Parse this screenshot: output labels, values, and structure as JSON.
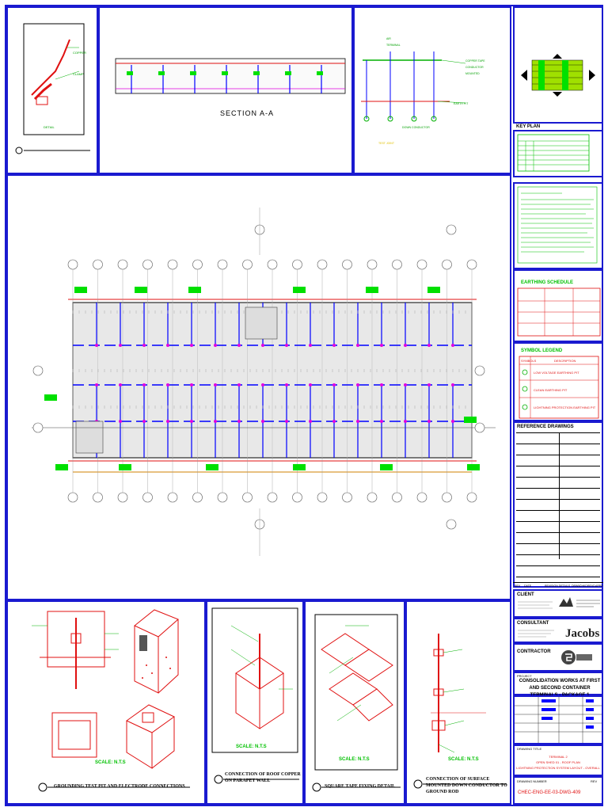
{
  "top": {
    "section_title": "SECTION A-A"
  },
  "key_plan": {
    "label": "KEY PLAN"
  },
  "legend_titles": {
    "earthing_title": "EARTHING SCHEDULE",
    "symbol_legend": "SYMBOL LEGEND"
  },
  "legend_table": {
    "headers": [
      "SYMBOLS",
      "DESCRIPTION"
    ],
    "rows": [
      "LOW VOLTAGE EARTHING PIT",
      "CLEAN EARTHING PIT",
      "LIGHTNING PROTECTION EARTHING PIT"
    ]
  },
  "references": {
    "title": "REFERENCE DRAWINGS",
    "rev_headers": [
      "REV",
      "DATE",
      "REVISION DETAILS",
      "DRWN",
      "CHKD",
      "REVD",
      "APPD"
    ]
  },
  "client": {
    "label": "CLIENT"
  },
  "consultant": {
    "label": "CONSULTANT",
    "logo_text": "Jacobs"
  },
  "contractor": {
    "label": "CONTRACTOR"
  },
  "project": {
    "label": "PROJECT",
    "title": "CONSOLIDATION WORKS AT FIRST AND SECOND CONTAINER TERMINALS - PACKAGE 1"
  },
  "drawing": {
    "title_label": "DRAWING TITLE",
    "lines": [
      "TERMINAL 2",
      "OPEN SHED 01 - ROOF PLAN",
      "LIGHTNING PROTECTION SYSTEM LAYOUT - OVERALL"
    ],
    "number_label": "DRAWING NUMBER",
    "number": "CHEC-ENG-EE-03-DWG-409",
    "rev_label": "REV"
  },
  "details": {
    "d4_title": "GROUNDING TEST PIT AND ELECTRODE CONNECTIONS",
    "d5_title": "CONNECTION OF ROOF COPPER ON PARAPET WALL",
    "d2_title": "SQUARE TAPE FIXING DETAIL",
    "d3_title": "CONNECTION OF SURFACE MOUNTED DOWN CONDUCTOR TO GROUND ROD",
    "scale_nts": "SCALE: N.T.S",
    "scale_nts2": "SCALE: N.T.S",
    "scale_nts3": "SCALE: N.T.S"
  },
  "colors": {
    "border": "#1a1ad0",
    "green": "#00e000",
    "red": "#e01010",
    "magenta": "#e000e0",
    "blue": "#0000ff"
  }
}
